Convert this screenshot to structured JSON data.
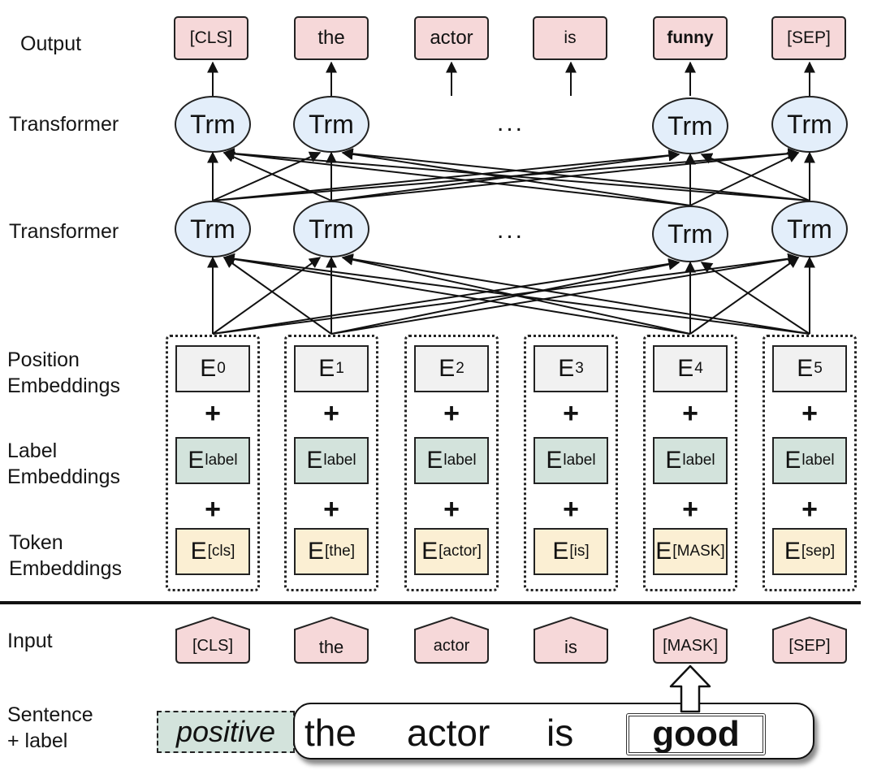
{
  "row_labels": {
    "output": "Output",
    "transformer_top": "Transformer",
    "transformer_bottom": "Transformer",
    "position": [
      "Position",
      "Embeddings"
    ],
    "label": [
      "Label",
      "Embeddings"
    ],
    "token": [
      "Token",
      "Embeddings"
    ],
    "input": "Input",
    "sentence": [
      "Sentence",
      "+ label"
    ]
  },
  "output_tokens": [
    "[CLS]",
    "the",
    "actor",
    "is",
    "funny",
    "[SEP]"
  ],
  "output_bold_index": 4,
  "transformer_label": "Trm",
  "ellipsis": "...",
  "position_embeddings": [
    {
      "base": "E",
      "sub": "0"
    },
    {
      "base": "E",
      "sub": "1"
    },
    {
      "base": "E",
      "sub": "2"
    },
    {
      "base": "E",
      "sub": "3"
    },
    {
      "base": "E",
      "sub": "4"
    },
    {
      "base": "E",
      "sub": "5"
    }
  ],
  "label_embeddings": [
    {
      "base": "E",
      "sub": "label"
    },
    {
      "base": "E",
      "sub": "label"
    },
    {
      "base": "E",
      "sub": "label"
    },
    {
      "base": "E",
      "sub": "label"
    },
    {
      "base": "E",
      "sub": "label"
    },
    {
      "base": "E",
      "sub": "label"
    }
  ],
  "token_embeddings": [
    {
      "base": "E",
      "sub": "[cls]"
    },
    {
      "base": "E",
      "sub": "[the]"
    },
    {
      "base": "E",
      "sub": "[actor]"
    },
    {
      "base": "E",
      "sub": "[is]"
    },
    {
      "base": "E",
      "sub": "[MASK]"
    },
    {
      "base": "E",
      "sub": "[sep]"
    }
  ],
  "plus_sign": "+",
  "input_tokens": [
    "[CLS]",
    "the",
    "actor",
    "is",
    "[MASK]",
    "[SEP]"
  ],
  "sentence": {
    "label": "positive",
    "words": [
      "the",
      "actor",
      "is"
    ],
    "masked_word": "good"
  },
  "colors": {
    "token_pink": "#f6d8d9",
    "trm_blue": "#e3eefa",
    "position_gray": "#f1f1f1",
    "label_green": "#d3e3dc",
    "token_yellow": "#fbefd3"
  }
}
